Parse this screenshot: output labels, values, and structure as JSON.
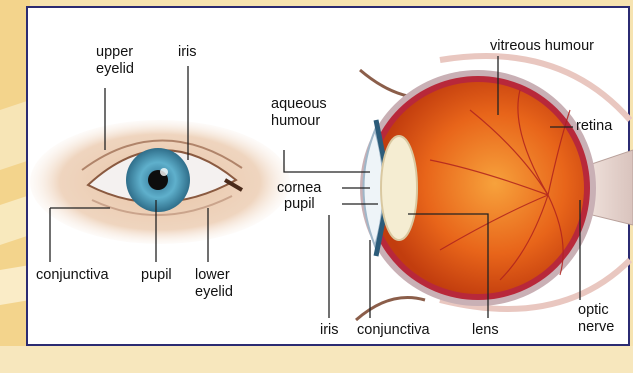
{
  "labels": {
    "upper_eyelid": [
      "upper",
      "eyelid"
    ],
    "iris_front": "iris",
    "conjunctiva_front": "conjunctiva",
    "pupil_front": "pupil",
    "lower_eyelid": [
      "lower",
      "eyelid"
    ],
    "aqueous_humour": [
      "aqueous",
      "humour"
    ],
    "cornea": "cornea",
    "pupil_side": "pupil",
    "vitreous_humour": "vitreous humour",
    "retina": "retina",
    "iris_side": "iris",
    "conjunctiva_side": "conjunctiva",
    "lens": "lens",
    "optic_nerve": [
      "optic",
      "nerve"
    ]
  },
  "colors": {
    "frame": "#2b2b72",
    "background": "#f6e3b0",
    "iris": "#4a9fc0",
    "eyeball": "#e05a10",
    "leader_line": "#222222"
  }
}
